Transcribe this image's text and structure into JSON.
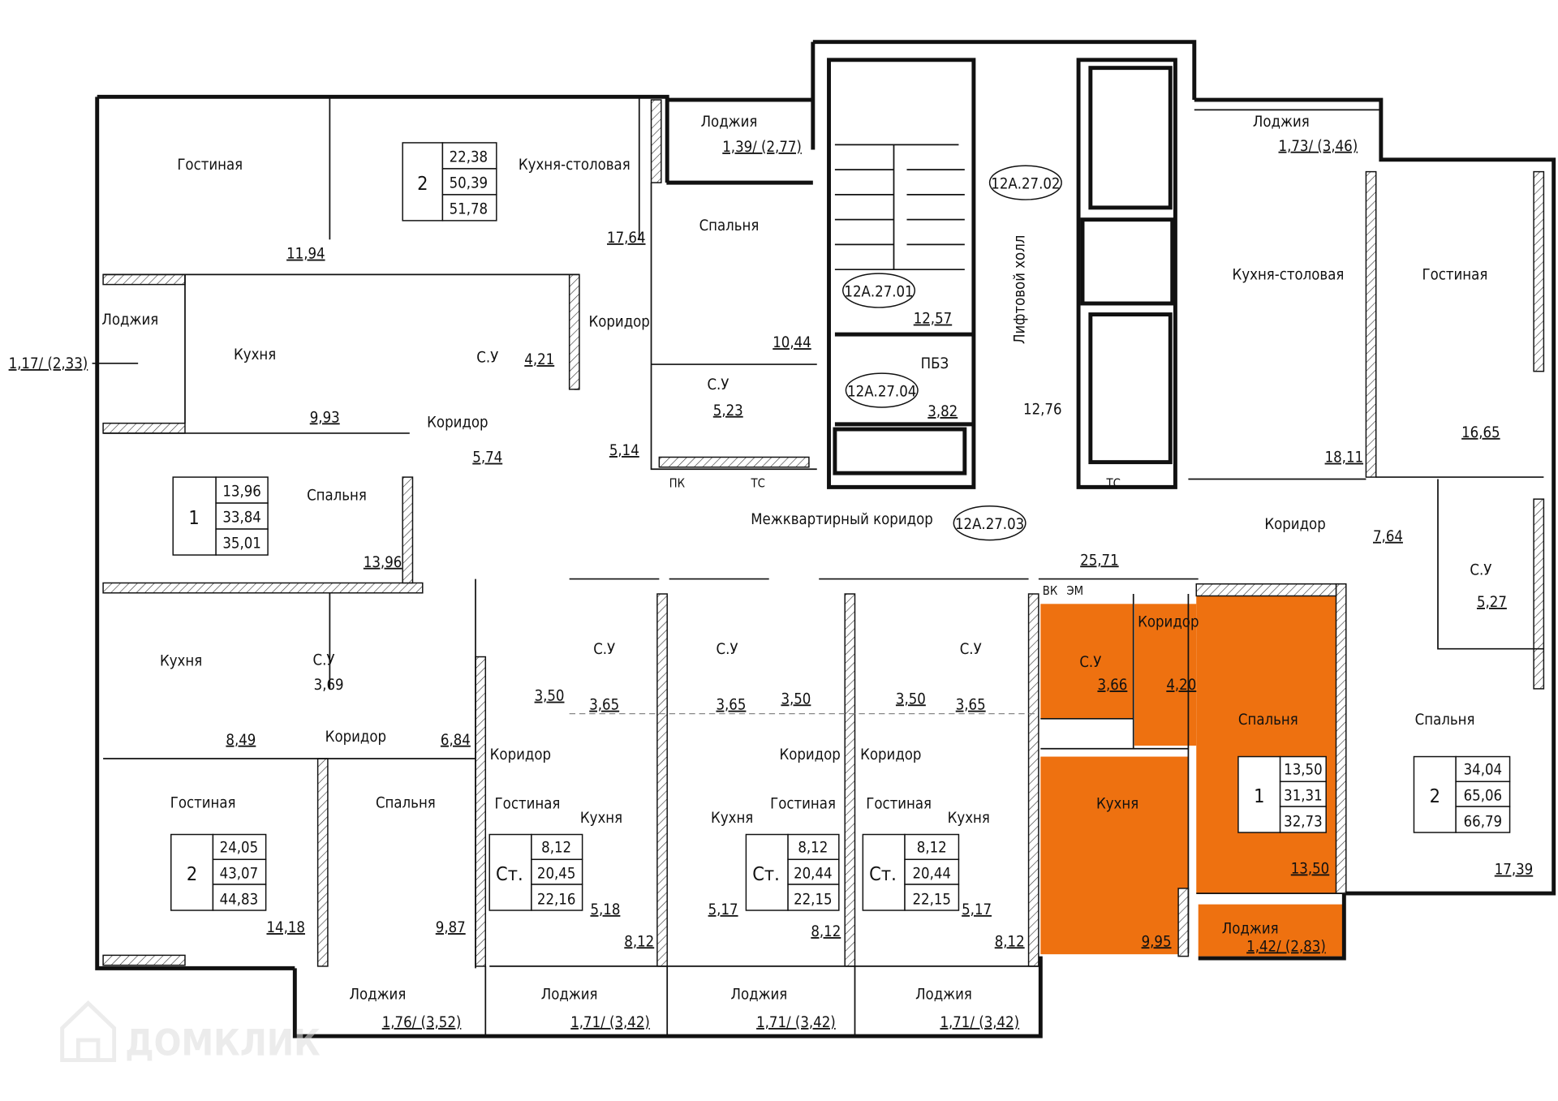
{
  "colors": {
    "highlight": "#EE7110",
    "walls": "#111111",
    "watermark": "#e6e6e6"
  },
  "watermark": {
    "text": "ДОМКЛИК",
    "icon": "house-icon"
  },
  "common": {
    "stair_id": "12А.27.01",
    "stair_area": "12,57",
    "pbz_id": "12А.27.04",
    "pbz_label": "ПБЗ",
    "pbz_area": "3,82",
    "hall_id": "12А.27.02",
    "hall_label": "Лифтовой холл",
    "hall_area": "12,76",
    "corridor_label": "Межквартирный коридор",
    "corridor_id": "12А.27.03",
    "corridor_area": "25,71",
    "pk": "ПК",
    "tc1": "ТС",
    "tc2": "ТС",
    "vk": "ВК",
    "em": "ЭМ"
  },
  "apartments": [
    {
      "rooms": "2",
      "living": "22,38",
      "total": "50,39",
      "total_loggia": "51,78",
      "labels": [
        "Гостиная",
        "11,94",
        "Кухня-столовая",
        "17,64",
        "Спальня",
        "10,44",
        "С.У",
        "5,23",
        "Коридор",
        "5,14",
        "Лоджия",
        "1,39/ (2,77)"
      ]
    },
    {
      "rooms": "1",
      "living": "13,96",
      "total": "33,84",
      "total_loggia": "35,01",
      "labels": [
        "Кухня",
        "9,93",
        "С.У",
        "4,21",
        "Коридор",
        "5,74",
        "Спальня",
        "13,96",
        "Лоджия",
        "1,17/ (2,33)"
      ]
    },
    {
      "rooms": "2",
      "living": "24,05",
      "total": "43,07",
      "total_loggia": "44,83",
      "labels": [
        "Кухня",
        "8,49",
        "С.У",
        "3,69",
        "Коридор",
        "6,84",
        "Гостиная",
        "14,18",
        "Спальня",
        "9,87",
        "Лоджия",
        "1,76/ (3,52)"
      ]
    },
    {
      "rooms": "Ст.",
      "living": "8,12",
      "total": "20,45",
      "total_loggia": "22,16",
      "labels": [
        "С.У",
        "3,65",
        "Коридор",
        "3,50",
        "Гостиная",
        "8,12",
        "Кухня",
        "5,18",
        "Лоджия",
        "1,71/ (3,42)"
      ]
    },
    {
      "rooms": "Ст.",
      "living": "8,12",
      "total": "20,44",
      "total_loggia": "22,15",
      "labels": [
        "С.У",
        "3,65",
        "Коридор",
        "3,50",
        "Гостиная",
        "8,12",
        "Кухня",
        "5,17",
        "Лоджия",
        "1,71/ (3,42)"
      ]
    },
    {
      "rooms": "Ст.",
      "living": "8,12",
      "total": "20,44",
      "total_loggia": "22,15",
      "labels": [
        "С.У",
        "3,65",
        "Коридор",
        "3,50",
        "Гостиная",
        "8,12",
        "Кухня",
        "5,17",
        "Лоджия",
        "1,71/ (3,42)"
      ]
    },
    {
      "rooms": "1",
      "living": "13,50",
      "total": "31,31",
      "total_loggia": "32,73",
      "highlighted": true,
      "labels": [
        "С.У",
        "3,66",
        "Коридор",
        "4,20",
        "Кухня",
        "9,95",
        "Спальня",
        "13,50",
        "Лоджия",
        "1,42/ (2,83)"
      ]
    },
    {
      "rooms": "2",
      "living": "34,04",
      "total": "65,06",
      "total_loggia": "66,79",
      "labels": [
        "Кухня-столовая",
        "18,11",
        "Гостиная",
        "16,65",
        "Коридор",
        "7,64",
        "С.У",
        "5,27",
        "Спальня",
        "17,39",
        "Лоджия",
        "1,73/ (3,46)"
      ]
    }
  ]
}
